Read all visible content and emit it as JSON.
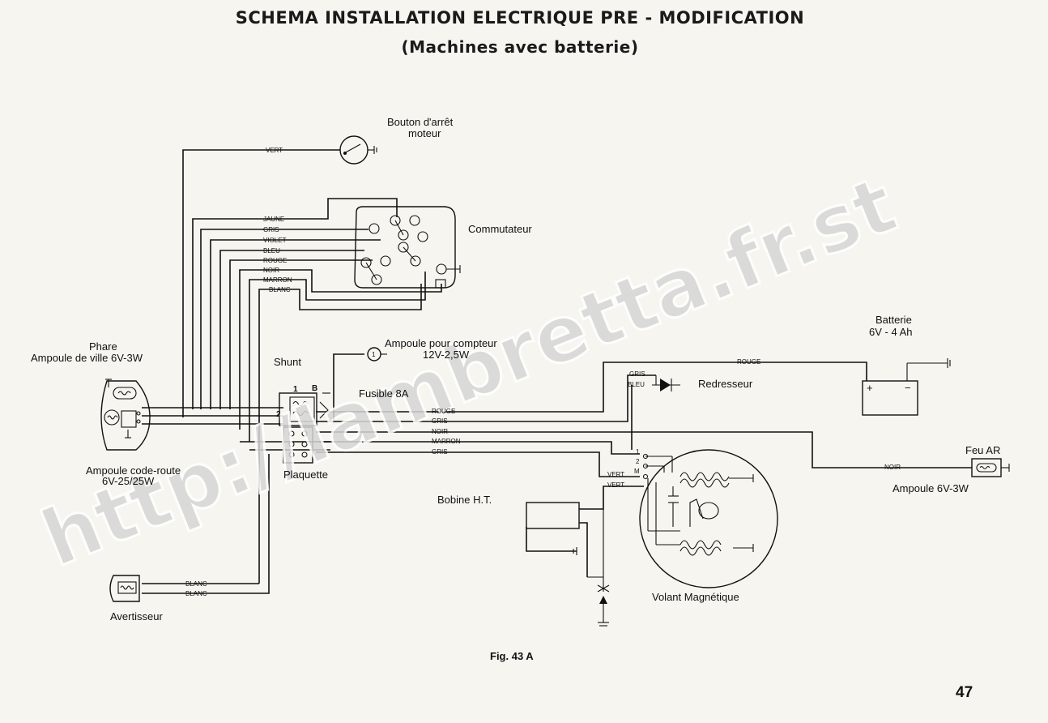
{
  "header": {
    "title": "SCHEMA INSTALLATION ELECTRIQUE PRE - MODIFICATION",
    "subtitle": "(Machines avec batterie)"
  },
  "watermark": "http://lambretta.fr.st",
  "components": {
    "stop_button": [
      "Bouton d'arrêt",
      "moteur"
    ],
    "switch": "Commutateur",
    "headlamp": [
      "Phare",
      "Ampoule de ville 6V-3W"
    ],
    "dip_bulb": [
      "Ampoule code-route",
      "6V-25/25W"
    ],
    "meter_bulb": [
      "Ampoule pour compteur",
      "12V-2,5W"
    ],
    "shunt": "Shunt",
    "fuse": "Fusible 8A",
    "terminal_board": "Plaquette",
    "battery": [
      "Batterie",
      "6V - 4 Ah"
    ],
    "rectifier": "Redresseur",
    "tail_lamp": "Feu AR",
    "tail_bulb": "Ampoule 6V-3W",
    "coil": "Bobine H.T.",
    "flywheel": "Volant Magnétique",
    "horn": "Avertisseur"
  },
  "wires": {
    "vert": "VERT",
    "jaune": "JAUNE",
    "gris": "GRIS",
    "violet": "VIOLET",
    "bleu": "BLEU",
    "rouge": "ROUGE",
    "noir": "NOIR",
    "marron": "MARRON",
    "blanc": "BLANC"
  },
  "symbols": {
    "plus": "+",
    "minus": "−",
    "shunt_one": "1",
    "shunt_two": "2",
    "shunt_b": "B",
    "pin_1": "1",
    "pin_2": "2",
    "pin_m": "M"
  },
  "footer": {
    "figure": "Fig. 43 A",
    "page_number": "47"
  }
}
